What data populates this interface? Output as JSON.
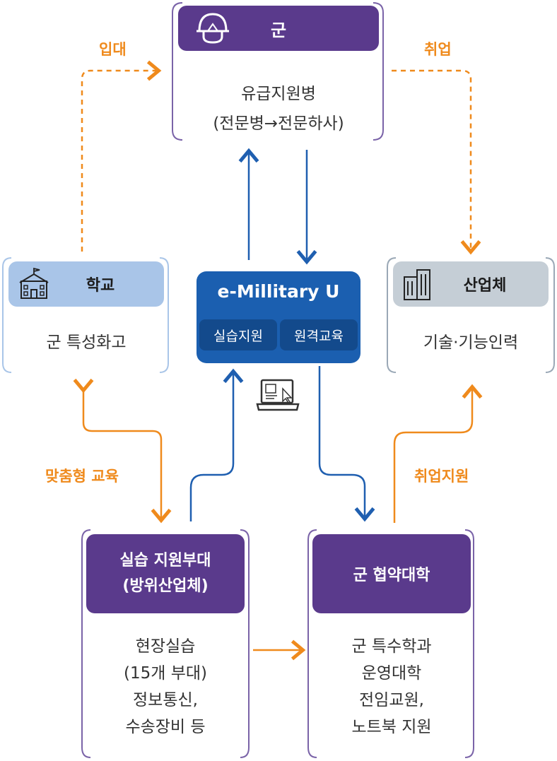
{
  "army": {
    "title": "군",
    "body_line1": "유급지원병",
    "body_line2": "(전문병→전문하사)"
  },
  "school": {
    "title": "학교",
    "body": "군 특성화고"
  },
  "industry": {
    "title": "산업체",
    "body": "기술·기능인력"
  },
  "emu": {
    "title": "e-Millitary U",
    "tab1": "실습지원",
    "tab2": "원격교육"
  },
  "practice_unit": {
    "title_line1": "실습 지원부대",
    "title_line2": "(방위산업체)",
    "body_lines": [
      "현장실습",
      "(15개 부대)",
      "정보통신,",
      "수송장비 등"
    ]
  },
  "univ": {
    "title": "군 협약대학",
    "body_lines": [
      "군 특수학과",
      "운영대학",
      "전임교원,",
      "노트북 지원"
    ]
  },
  "labels": {
    "enlist": "입대",
    "employ": "취업",
    "custom_edu": "맞춤형 교육",
    "employ_support": "취업지원"
  },
  "colors": {
    "purple": "#5a3a8c",
    "blue": "#1f5fb0",
    "orange": "#ef8a1c",
    "school_header": "#a9c5e8",
    "industry_header": "#c5ced6"
  },
  "icons": [
    "helmet-icon",
    "school-building-icon",
    "office-building-icon",
    "laptop-cursor-icon"
  ]
}
